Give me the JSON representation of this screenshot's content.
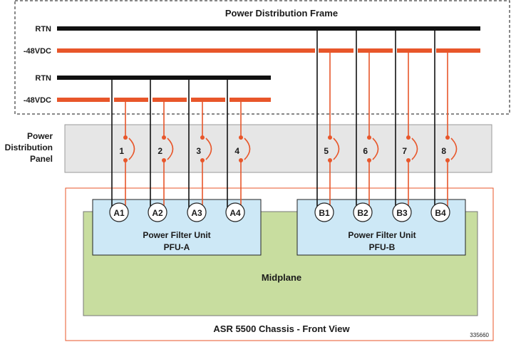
{
  "frame": {
    "title": "Power Distribution Frame",
    "rails": [
      {
        "label": "RTN",
        "kind": "rtn"
      },
      {
        "label": "-48VDC",
        "kind": "neg"
      },
      {
        "label": "RTN",
        "kind": "rtn"
      },
      {
        "label": "-48VDC",
        "kind": "neg"
      }
    ]
  },
  "panel": {
    "label_lines": [
      "Power",
      "Distribution",
      "Panel"
    ],
    "breakers": [
      "1",
      "2",
      "3",
      "4",
      "5",
      "6",
      "7",
      "8"
    ]
  },
  "chassis": {
    "label": "ASR 5500 Chassis - Front View",
    "midplane_label": "Midplane",
    "figure_id": "335660",
    "pfus": [
      {
        "title": "Power Filter Unit",
        "name": "PFU-A",
        "inputs": [
          "A1",
          "A2",
          "A3",
          "A4"
        ]
      },
      {
        "title": "Power Filter Unit",
        "name": "PFU-B",
        "inputs": [
          "B1",
          "B2",
          "B3",
          "B4"
        ]
      }
    ]
  },
  "colors": {
    "rtn": "#111111",
    "neg": "#e8562a",
    "panel_fill": "#e6e6e6",
    "pfu_fill": "#cde8f6",
    "midplane_fill": "#c8dd9f",
    "chassis_border": "#e8562a"
  }
}
